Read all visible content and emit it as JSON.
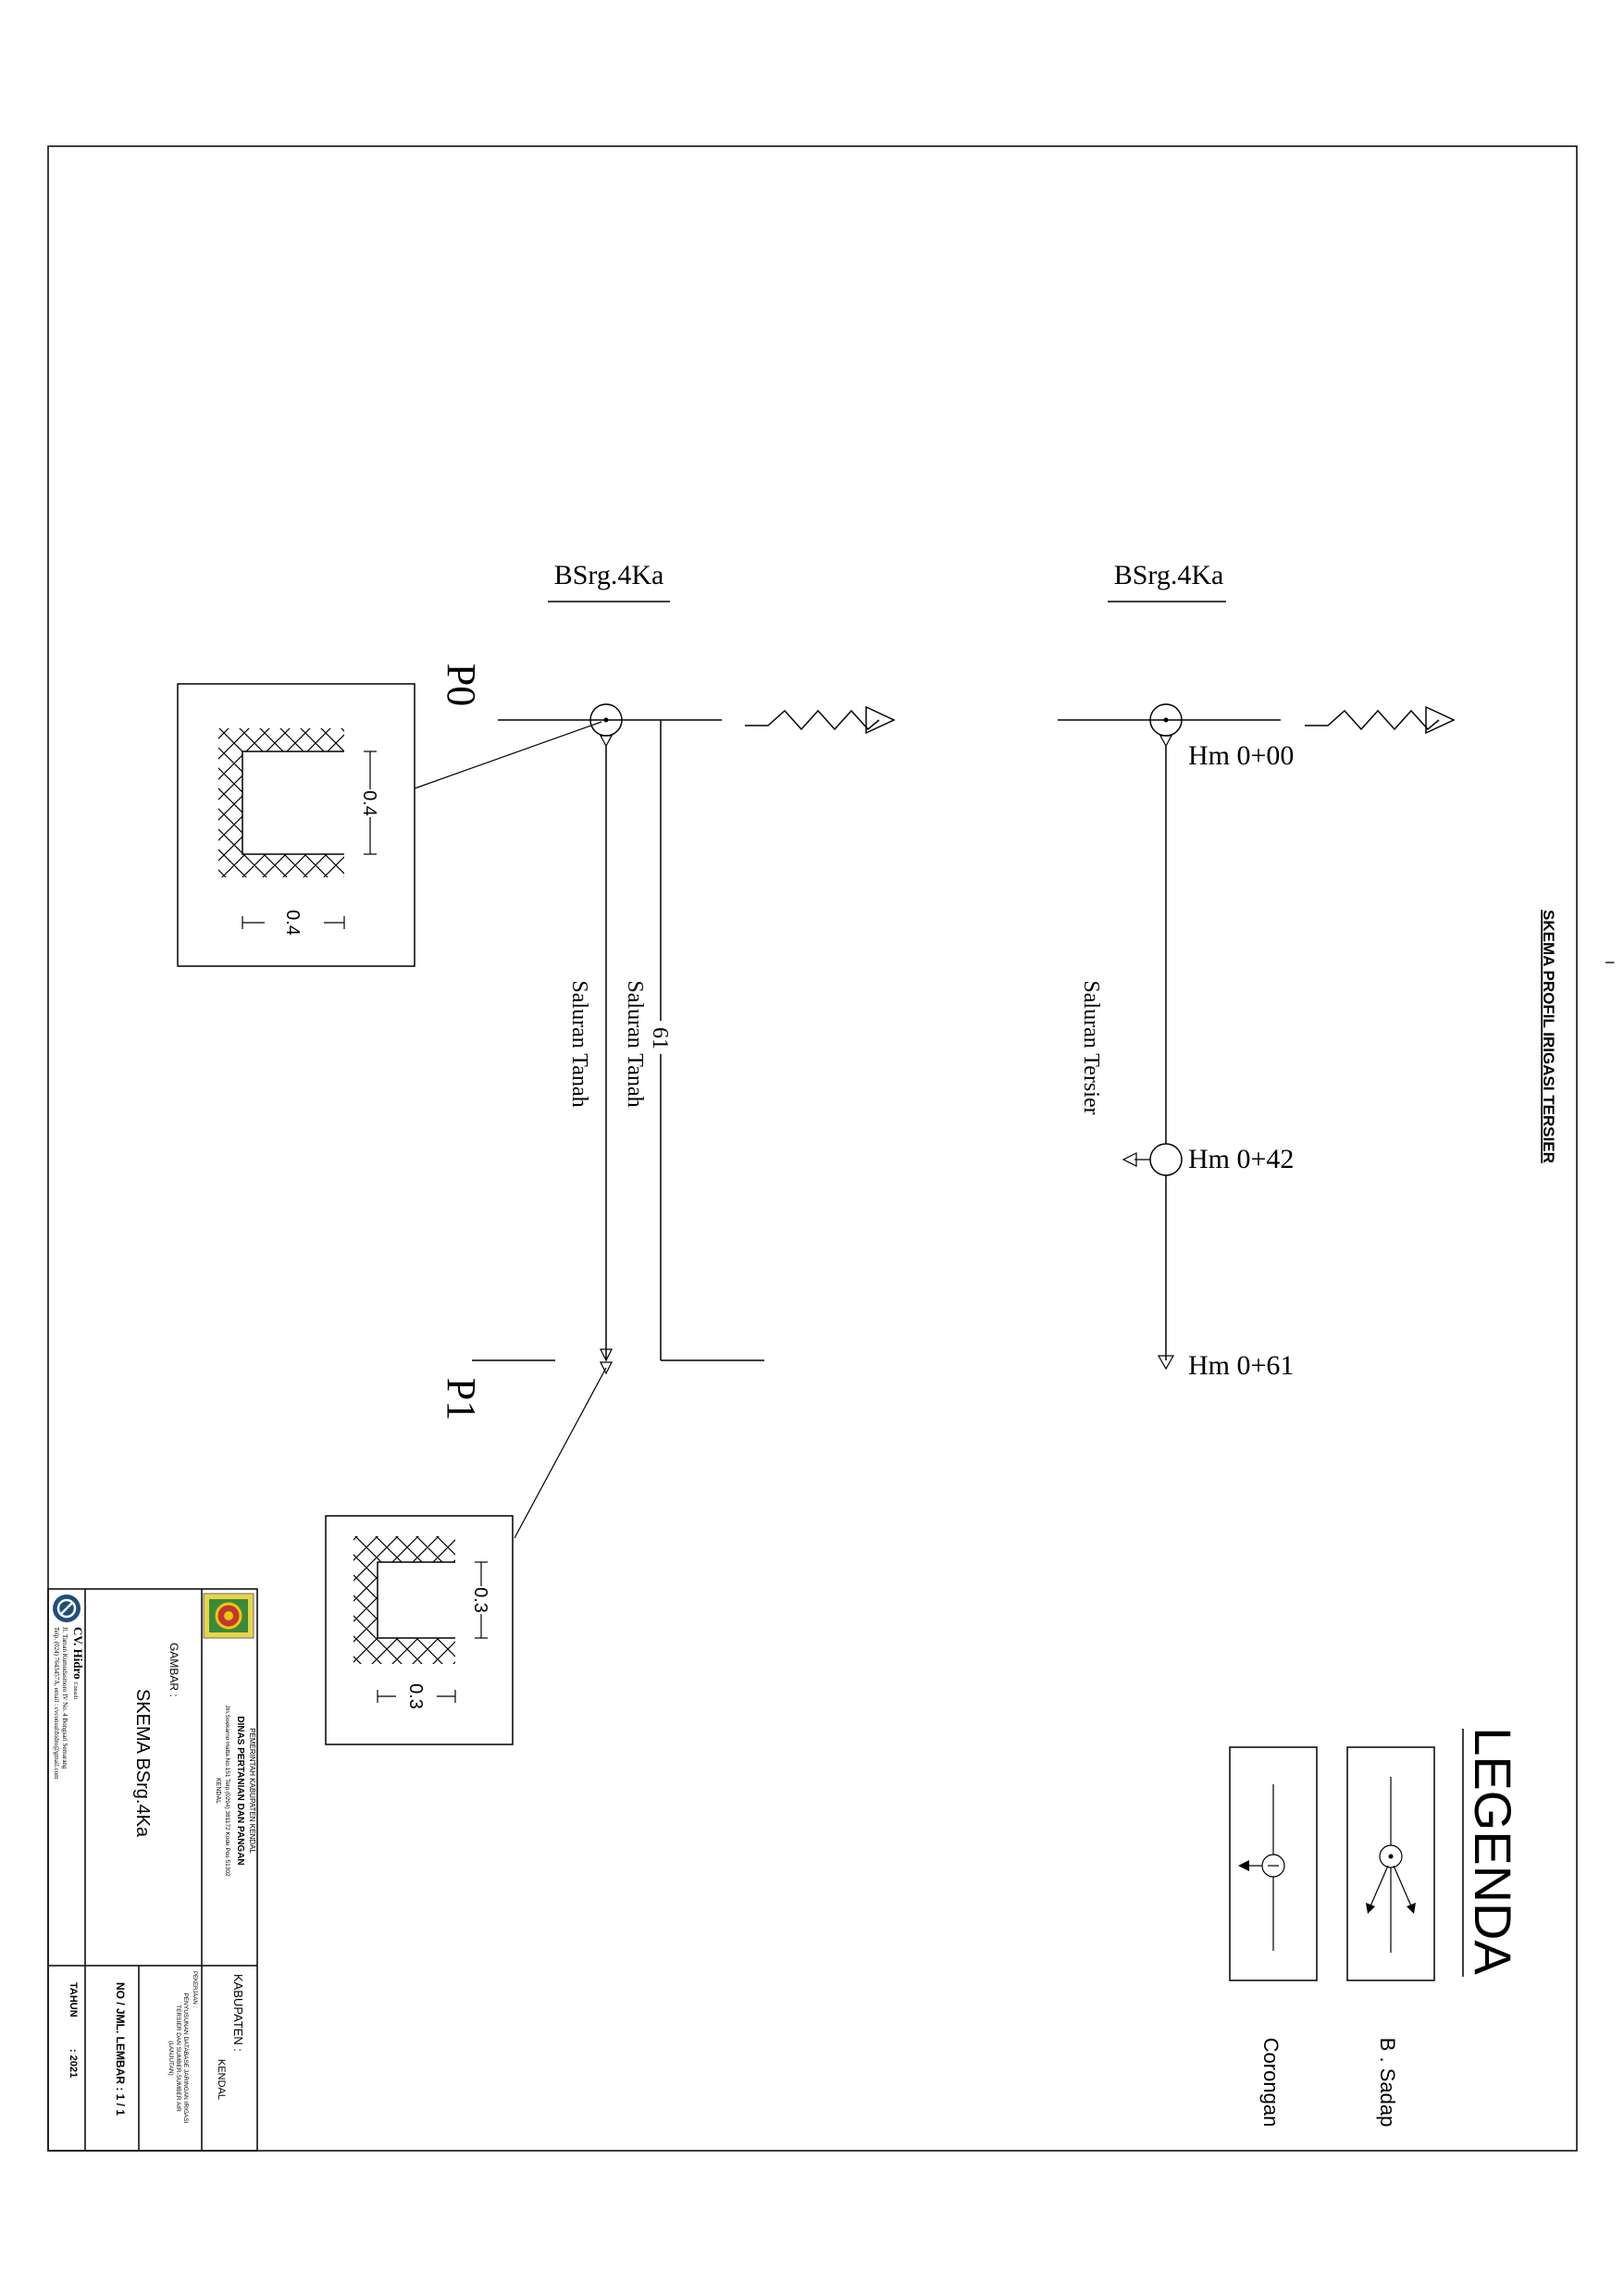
{
  "sheet_title": "SKEMA PROFIL IRIGASI TERSIER",
  "page_marker": "I",
  "left_scheme": {
    "label": "BSrg.4Ka",
    "start_point": "P0",
    "end_point": "P1",
    "channel_label_1": "Saluran Tanah",
    "channel_label_2": "Saluran Tanah",
    "length": "61",
    "section_p0": {
      "width": "0.4",
      "height": "0.4"
    },
    "section_p1": {
      "width": "0.3",
      "height": "0.3"
    }
  },
  "right_scheme": {
    "label": "BSrg.4Ka",
    "channel_label": "Saluran Tersier",
    "stations": [
      "Hm 0+00",
      "Hm 0+42",
      "Hm 0+61"
    ]
  },
  "legend": {
    "title": "LEGENDA",
    "items": [
      {
        "icon": "b-sadap-icon",
        "label": "B . Sadap"
      },
      {
        "icon": "corongan-icon",
        "label": "Corongan"
      }
    ]
  },
  "title_block": {
    "agency_heading": "PEMERINTAH KABUPATEN KENDAL",
    "agency_name": "DINAS PERTANIAN DAN PANGAN",
    "agency_address": "Jln.Soekarno Hatta No.151 Telp (0294) 381172 Kode Pos 51302",
    "agency_city": "KENDAL",
    "kabupaten_label": "KABUPATEN :",
    "kabupaten_value": "KENDAL",
    "pekerjaan_label": "PEKERJAAN :",
    "pekerjaan_line1": "PENYUSUNAN DATABASE JARINGAN IRIGASI",
    "pekerjaan_line2": "TERSIER DAN SUMBER-SUMBER AIR",
    "pekerjaan_line3": "(LANJUTAN)",
    "gambar_label": "GAMBAR :",
    "gambar_value": "SKEMA BSrg.4Ka",
    "sheet_no": "NO / JML. LEMBAR : 1 / 1",
    "tahun_label": "TAHUN",
    "tahun_value": ": 2021",
    "consultant_name": "CV. Hidro",
    "consultant_suffix": "Consult",
    "consultant_address": "Jl. Taman Kumudasmoro IV No. 4 Bongsari Semarang",
    "consultant_contact": "Telp. (024) 7643457A, email : cvconsulthidro@gmail.com"
  }
}
